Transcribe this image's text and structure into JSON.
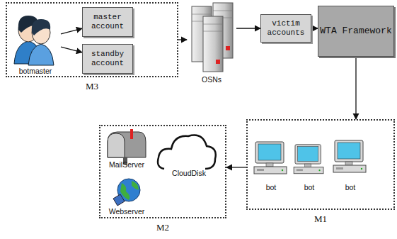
{
  "diagram": {
    "nodes": [
      {
        "text": [
          "M3"
        ]
      },
      {
        "text": [
          "botmaster"
        ],
        "in": 0
      },
      {
        "text": [
          "master account"
        ],
        "in": 0
      },
      {
        "text": [
          "standby account"
        ],
        "in": 0
      },
      {
        "text": [
          "OSNs"
        ]
      },
      {
        "text": [
          "victim accounts"
        ]
      },
      {
        "text": [
          "WTA Framework"
        ]
      },
      {
        "text": [
          "M2"
        ]
      },
      {
        "text": [
          "MailServer"
        ],
        "in": 7
      },
      {
        "text": [
          "CloudDisk"
        ],
        "in": 7
      },
      {
        "text": [
          "Webserver"
        ],
        "in": 7
      },
      {
        "text": [
          "M1"
        ]
      },
      {
        "text": [
          "bot"
        ],
        "in": 11
      },
      {
        "text": [
          "bot"
        ],
        "in": 11
      },
      {
        "text": [
          "bot"
        ],
        "in": 11
      }
    ],
    "edges": [
      {
        "from": 1,
        "to": 2,
        "arrow": "to"
      },
      {
        "from": 1,
        "to": 3,
        "arrow": "to"
      },
      {
        "from": 0,
        "to": 4,
        "arrow": "to"
      },
      {
        "from": 4,
        "to": 5,
        "arrow": "to"
      },
      {
        "from": 5,
        "to": 6,
        "arrow": "to"
      },
      {
        "from": 6,
        "to": 11,
        "arrow": "to"
      },
      {
        "from": 11,
        "to": 7,
        "arrow": "to"
      }
    ]
  }
}
